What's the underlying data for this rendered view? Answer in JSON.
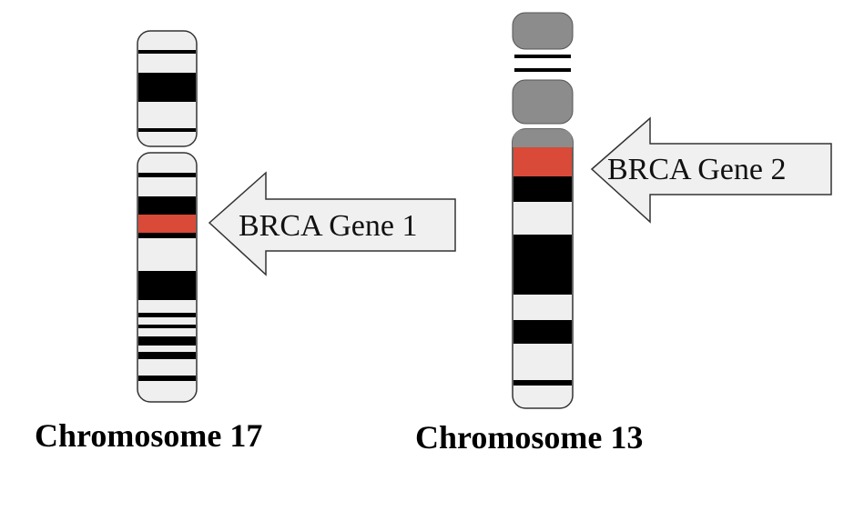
{
  "colors": {
    "chromosome_fill": "#efefef",
    "band_dark": "#000000",
    "highlight_gene": "#d94a38",
    "arm_gray": "#8c8c8c",
    "arrow_fill": "#f0f0f0",
    "outline": "#333333"
  },
  "chromosome_17": {
    "title": "Chromosome 17",
    "gene_label": "BRCA Gene 1"
  },
  "chromosome_13": {
    "title": "Chromosome 13",
    "gene_label": "BRCA Gene 2"
  }
}
